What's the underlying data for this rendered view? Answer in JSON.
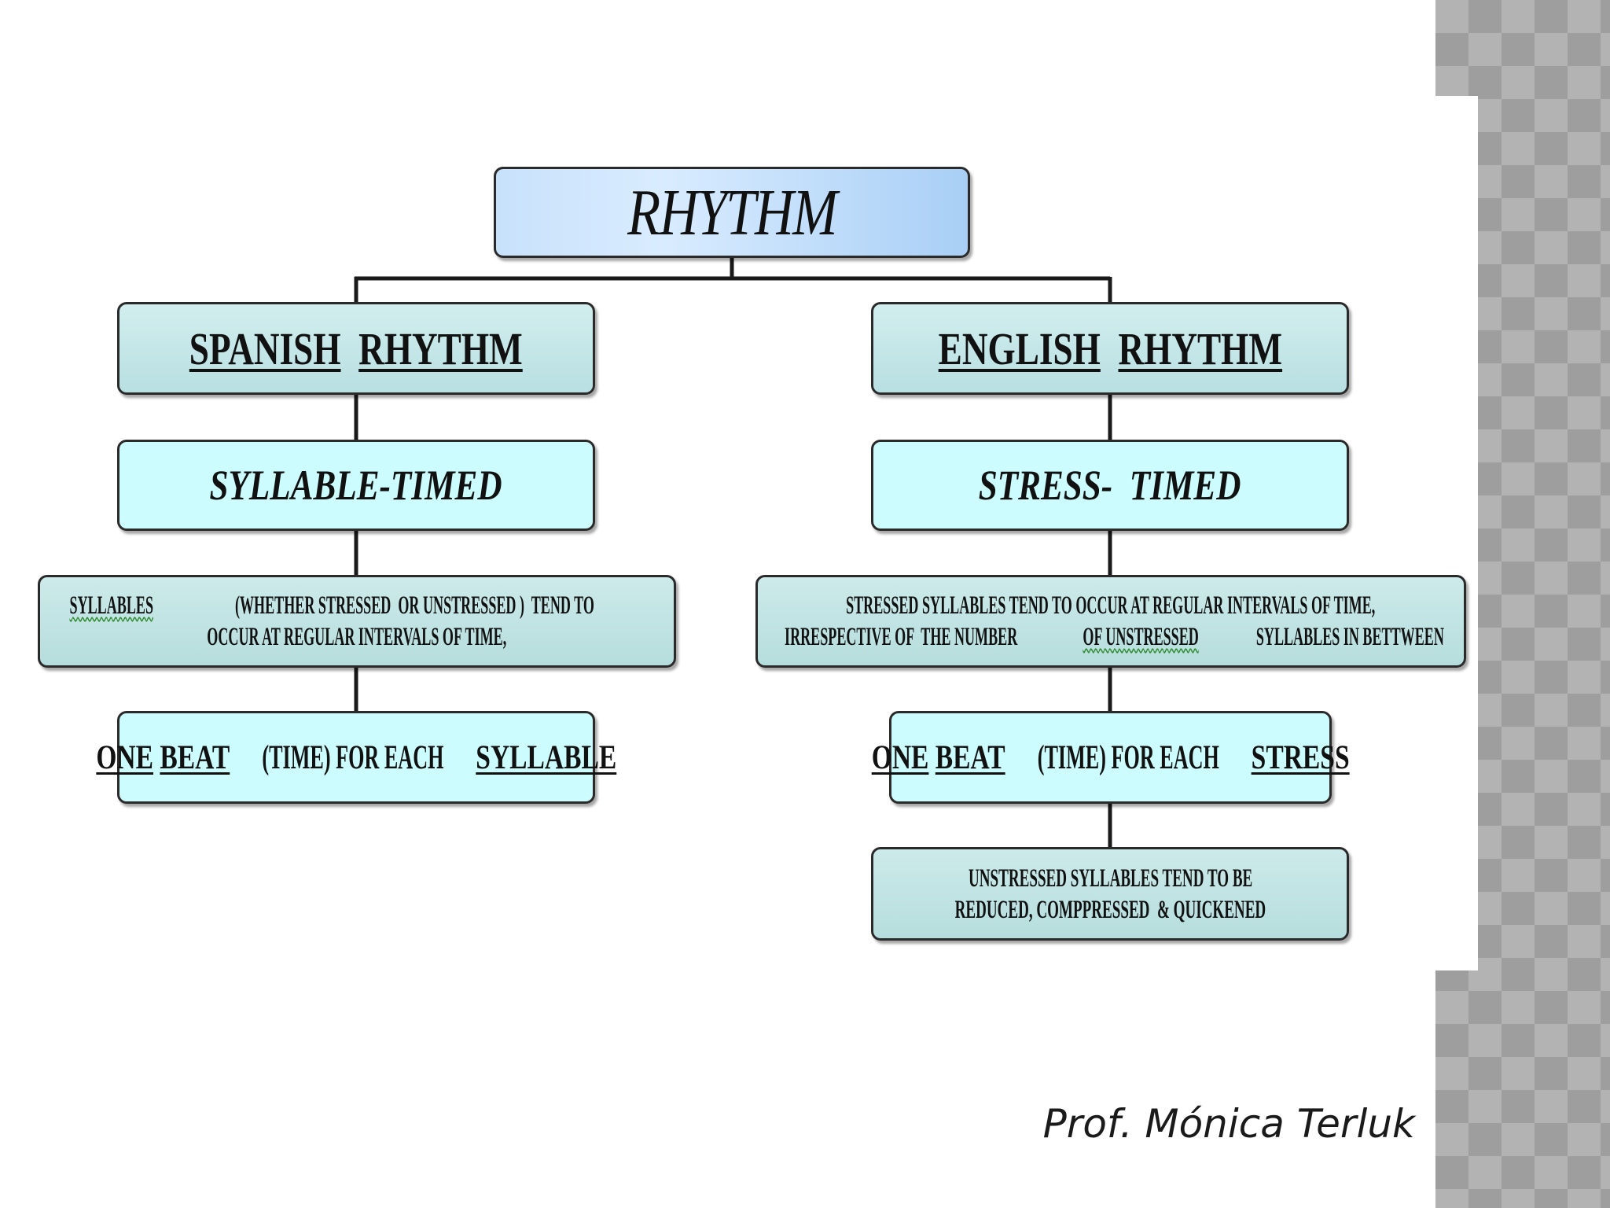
{
  "diagram": {
    "root": {
      "label": "RHYTHM"
    },
    "spanish": {
      "heading_word1": "SPANISH",
      "heading_word2": "RHYTHM",
      "type": "SYLLABLE-TIMED",
      "description_line1_word": "SYLLABLES",
      "description_line1_rest": " (WHETHER STRESSED  OR UNSTRESSED )  TEND TO",
      "description_line2": "OCCUR AT REGULAR INTERVALS OF TIME,",
      "beat_one": "ONE",
      "beat_beat": "BEAT",
      "beat_middle": " (TIME) FOR EACH ",
      "beat_unit": "SYLLABLE"
    },
    "english": {
      "heading_word1": "ENGLISH",
      "heading_word2": "RHYTHM",
      "type": "STRESS-  TIMED",
      "description_line1": "STRESSED SYLLABLES TEND TO OCCUR AT REGULAR INTERVALS OF TIME,",
      "description_line2_a": "IRRESPECTIVE OF  THE NUMBER ",
      "description_line2_b": "OF  UNSTRESSED",
      "description_line2_c": " SYLLABLES IN BETTWEEN",
      "beat_one": "ONE",
      "beat_beat": "BEAT",
      "beat_middle": " (TIME) FOR EACH ",
      "beat_unit": "STRESS",
      "reduction_line1": "UNSTRESSED SYLLABLES TEND TO BE",
      "reduction_line2": "REDUCED, COMPPRESSED  & QUICKENED"
    }
  },
  "footer": {
    "author": "Prof. Mónica Terluk"
  },
  "colors": {
    "root_fill": "#b9dafb",
    "heading_fill": "#c3e4e6",
    "light_fill": "#ccfcfd",
    "border": "#2a2a2a",
    "strip": "#a8a8a8"
  }
}
